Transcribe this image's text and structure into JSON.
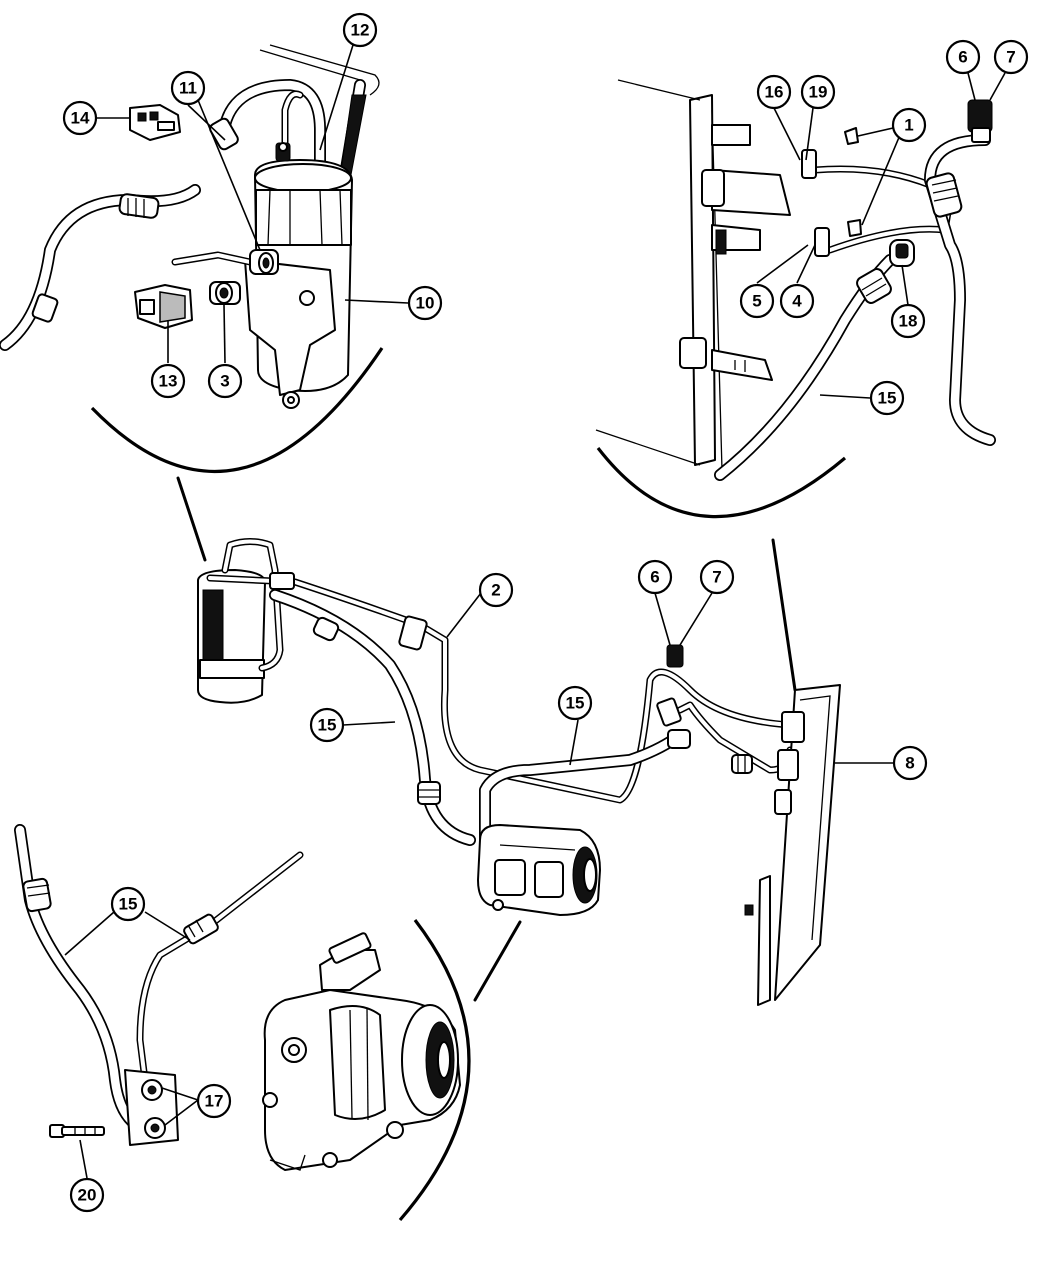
{
  "callouts": [
    {
      "label": "1"
    },
    {
      "label": "2"
    },
    {
      "label": "3"
    },
    {
      "label": "4"
    },
    {
      "label": "5"
    },
    {
      "label": "6"
    },
    {
      "label": "7"
    },
    {
      "label": "6"
    },
    {
      "label": "7"
    },
    {
      "label": "8"
    },
    {
      "label": "10"
    },
    {
      "label": "11"
    },
    {
      "label": "12"
    },
    {
      "label": "13"
    },
    {
      "label": "14"
    },
    {
      "label": "15"
    },
    {
      "label": "15"
    },
    {
      "label": "15"
    },
    {
      "label": "15"
    },
    {
      "label": "16"
    },
    {
      "label": "17"
    },
    {
      "label": "18"
    },
    {
      "label": "19"
    },
    {
      "label": "20"
    }
  ]
}
